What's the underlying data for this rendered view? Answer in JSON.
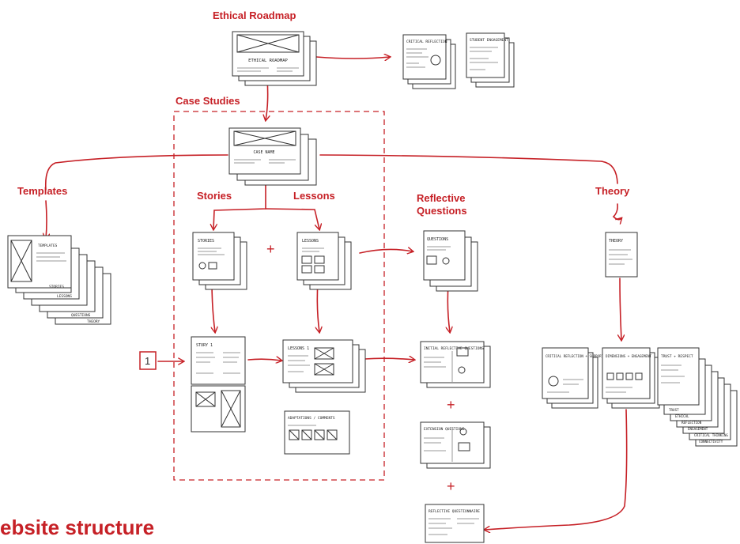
{
  "accent_color": "#c62026",
  "labels": {
    "ethical_roadmap": "Ethical Roadmap",
    "case_studies": "Case Studies",
    "templates": "Templates",
    "stories": "Stories",
    "lessons": "Lessons",
    "reflective_questions": "Reflective Questions",
    "theory": "Theory",
    "plus_sign": "+",
    "step_number": "1",
    "page_heading": "ebsite structure"
  },
  "sketch_text": {
    "roadmap_cover": "ETHICAL ROADMAP",
    "critical_reflection": "CRITICAL REFLECTION",
    "student_engagement": "STUDENT ENGAGEMENT",
    "case_cover": "CASE NAME",
    "template_tabs": [
      "TEMPLATES",
      "STORIES",
      "LESSONS",
      "QUESTIONS",
      "THEORY"
    ],
    "stories_stack": "STORIES",
    "lessons_stack": "LESSONS",
    "questions_stack": "QUESTIONS",
    "theory_stack": "THEORY",
    "story_detail": "STORY 1",
    "lesson_detail": "LESSONS 1",
    "adaptations": "ADAPTATIONS / COMMENTS",
    "initial_questions": "INITIAL REFLECTIVE QUESTIONS",
    "extension_questions": "EXTENSION QUESTIONS",
    "reflective_questionnaire": "REFLECTIVE QUESTIONNAIRE",
    "theory_card_1": "CRITICAL REFLECTION + SUPPORT ENGAGEMENT",
    "theory_card_2": "DIMENSIONS + ENGAGEMENT",
    "theory_card_3": "TRUST + RESPECT",
    "theory_tabs": [
      "TRUST",
      "ETHICAL",
      "REFLECTION",
      "ENGAGEMENT",
      "CRITICAL THINKING",
      "CONNECTIVITY"
    ]
  }
}
